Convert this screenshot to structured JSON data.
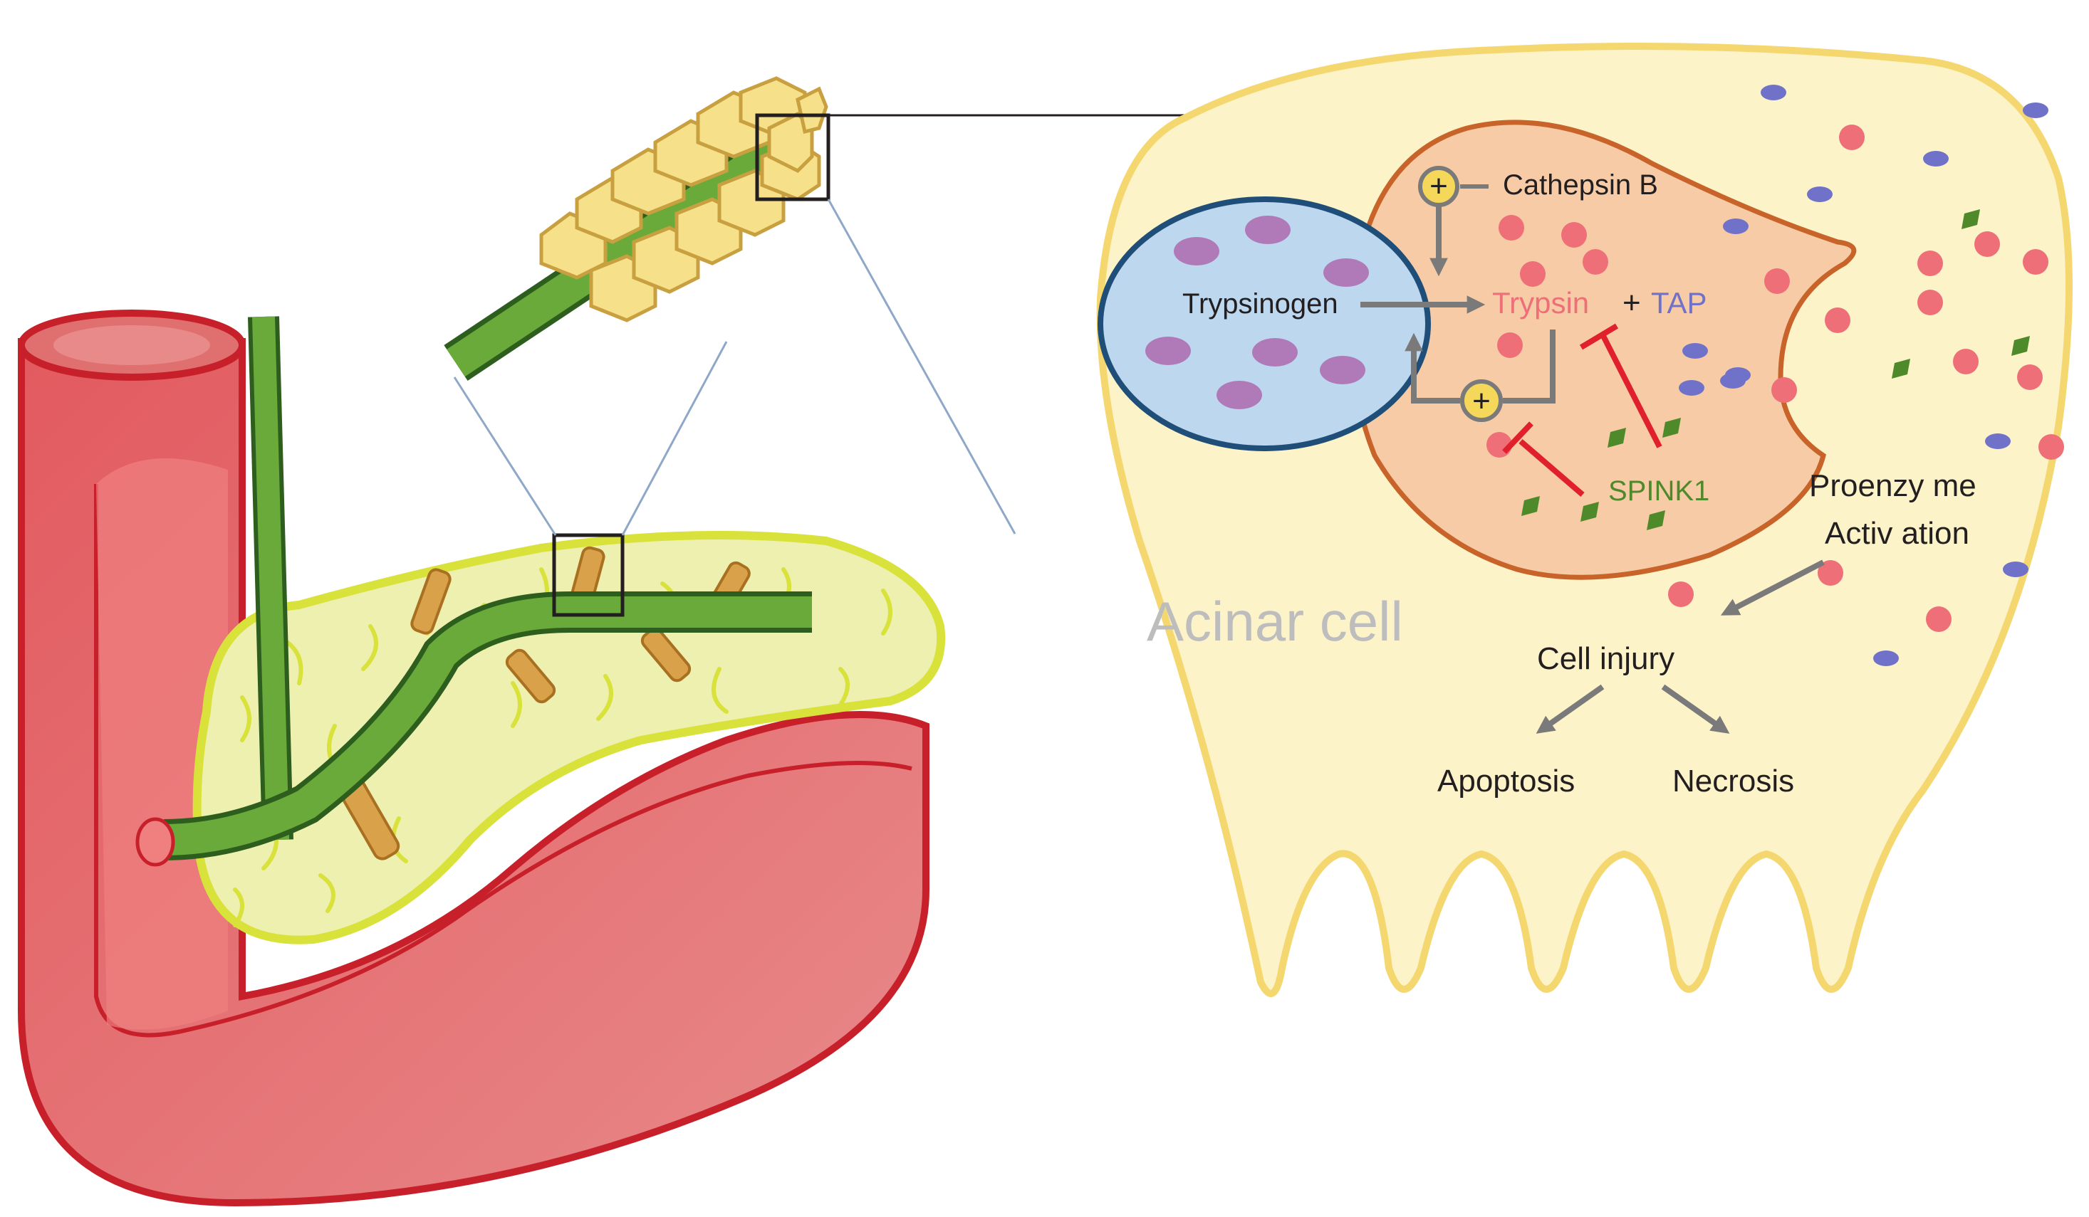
{
  "labels": {
    "trypsinogen": "Trypsinogen",
    "cathepsin_b": "Cathepsin B",
    "trypsin": "Trypsin",
    "plus": "+",
    "tap": "TAP",
    "spink1": "SPINK1",
    "proenzyme_line1": "Proenzy me",
    "proenzyme_line2": "Activ ation",
    "acinar_cell": "Acinar cell",
    "cell_injury": "Cell injury",
    "apoptosis": "Apoptosis",
    "necrosis": "Necrosis",
    "activator_symbol": "+"
  },
  "colors": {
    "duodenum": "#c8202a",
    "duodenum_light": "#e87878",
    "duct": "#6aaa3a",
    "duct_outline": "#2e5e1e",
    "pancreas": "#eef0b0",
    "pancreas_outline": "#d8e23a",
    "acini": "#f7e08a",
    "acini_outline": "#c8a040",
    "cell_fill": "#fdf3c8",
    "cell_outline": "#f5d770",
    "vacuole_fill": "#f6cba6",
    "vacuole_outline": "#c8632a",
    "granule_fill": "#bdd7ee",
    "granule_outline": "#1f4e79",
    "trypsinogen_dot": "#b07ab8",
    "trypsin_dot": "#ef6f78",
    "tap_dot": "#6f72c8",
    "spink1_dot": "#4e8a2a",
    "trypsin_text": "#ef6f78",
    "tap_text": "#6f72c8",
    "spink1_text": "#4e8a2a",
    "acinar_text": "#bdbdbd",
    "arrow_gray": "#7a7a7a",
    "inhibit_red": "#e0202a",
    "activator_fill": "#f5d75a"
  }
}
